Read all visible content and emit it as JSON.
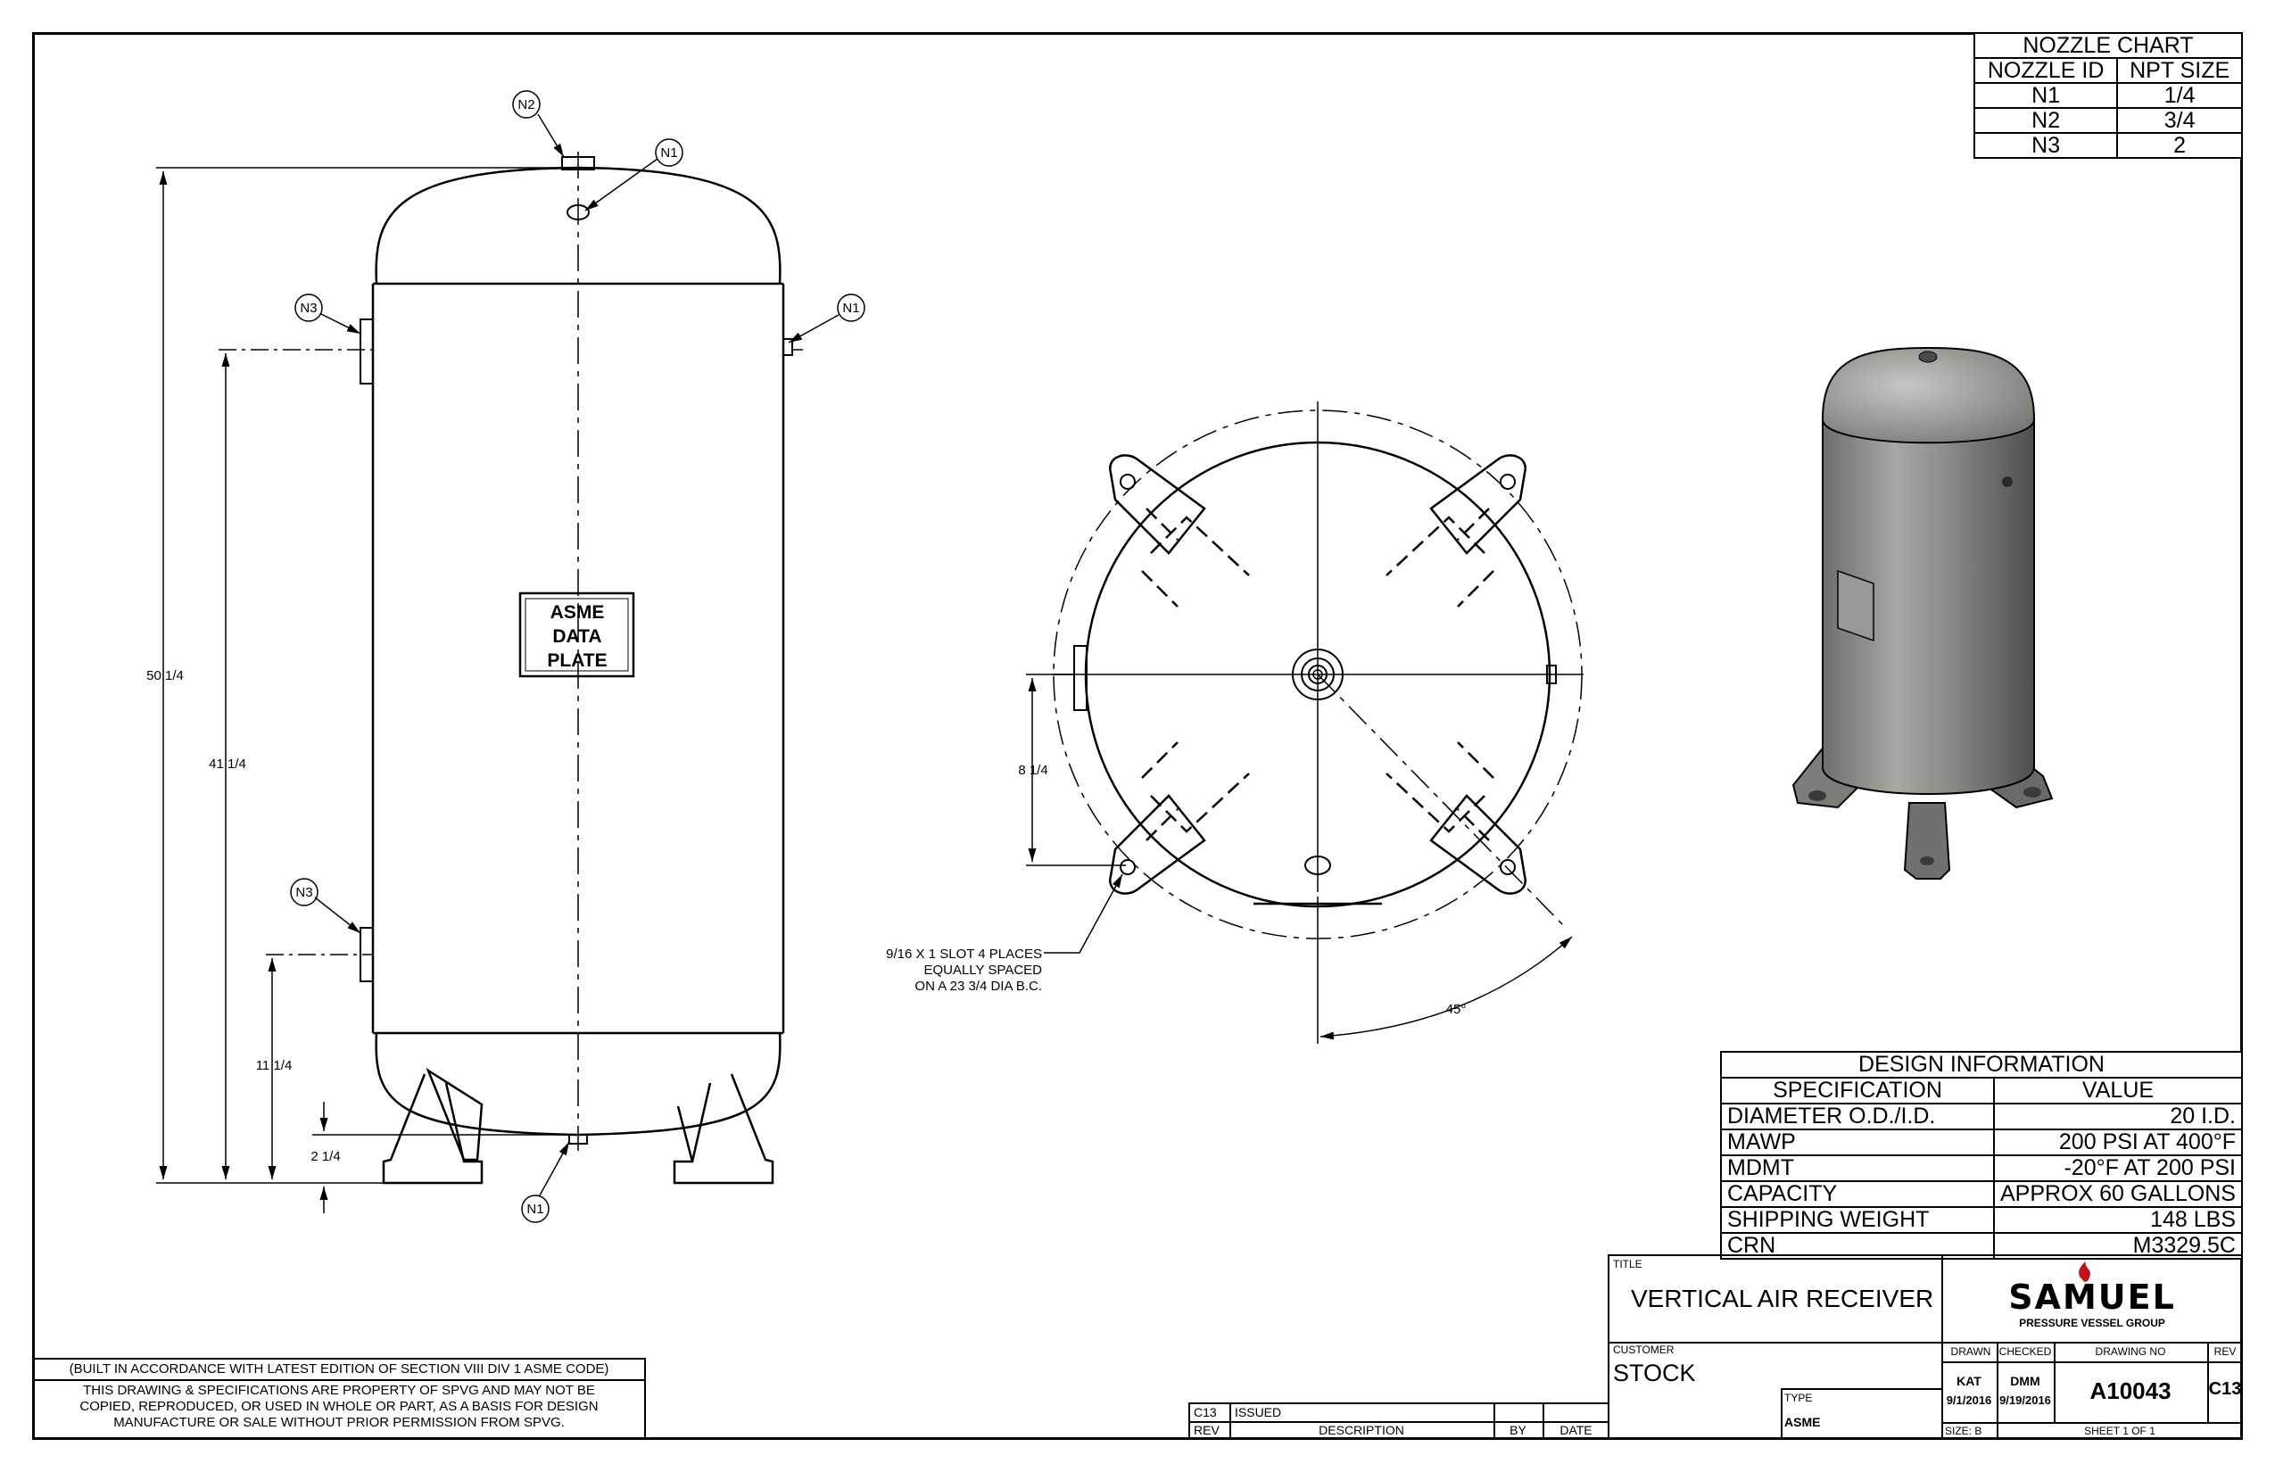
{
  "nozzle_chart": {
    "title": "NOZZLE CHART",
    "headers": [
      "NOZZLE ID",
      "NPT SIZE"
    ],
    "rows": [
      {
        "id": "N1",
        "size": "1/4"
      },
      {
        "id": "N2",
        "size": "3/4"
      },
      {
        "id": "N3",
        "size": "2"
      }
    ]
  },
  "design_info": {
    "title": "DESIGN INFORMATION",
    "headers": [
      "SPECIFICATION",
      "VALUE"
    ],
    "rows": [
      {
        "spec": "DIAMETER O.D./I.D.",
        "value": "20 I.D."
      },
      {
        "spec": "MAWP",
        "value": "200 PSI AT 400°F"
      },
      {
        "spec": "MDMT",
        "value": "-20°F AT 200 PSI"
      },
      {
        "spec": "CAPACITY",
        "value": "APPROX 60 GALLONS"
      },
      {
        "spec": "SHIPPING WEIGHT",
        "value": "148 LBS"
      },
      {
        "spec": "CRN",
        "value": "M3329.5C"
      }
    ]
  },
  "elevation": {
    "dims": {
      "overall": "50 1/4",
      "to_upper_nozzle": "41 1/4",
      "to_lower_nozzle": "11 1/4",
      "leg_clearance": "2 1/4"
    },
    "data_plate": [
      "ASME",
      "DATA",
      "PLATE"
    ],
    "callouts": {
      "n1": "N1",
      "n2": "N2",
      "n3": "N3"
    }
  },
  "plan": {
    "dims": {
      "nozzle_offset": "8 1/4",
      "angle": "45°"
    },
    "slot_note": [
      "9/16 X 1 SLOT 4 PLACES",
      "EQUALLY SPACED",
      "ON A 23 3/4 DIA B.C."
    ]
  },
  "notes": {
    "asme_code": "(BUILT IN ACCORDANCE WITH LATEST EDITION OF SECTION VIII DIV 1 ASME CODE)",
    "property": [
      "THIS DRAWING & SPECIFICATIONS ARE PROPERTY OF SPVG AND MAY NOT BE",
      "COPIED, REPRODUCED, OR USED IN WHOLE OR PART, AS A BASIS FOR DESIGN",
      "MANUFACTURE OR SALE WITHOUT PRIOR PERMISSION FROM SPVG."
    ]
  },
  "revision": {
    "row": {
      "rev": "C13",
      "description": "ISSUED",
      "by": "",
      "date": ""
    },
    "headers": {
      "rev": "REV",
      "description": "DESCRIPTION",
      "by": "BY",
      "date": "DATE"
    }
  },
  "title_block": {
    "title_label": "TITLE",
    "title": "VERTICAL AIR RECEIVER",
    "customer_label": "CUSTOMER",
    "customer": "STOCK",
    "type_label": "TYPE",
    "type": "ASME",
    "logo": {
      "name": "SAMUEL",
      "sub": "PRESSURE VESSEL GROUP",
      "brand_color": "#c0141c"
    },
    "drawn_label": "DRAWN",
    "drawn_by": "KAT",
    "drawn_date": "9/1/2016",
    "checked_label": "CHECKED",
    "checked_by": "DMM",
    "checked_date": "9/19/2016",
    "drawing_no_label": "DRAWING NO",
    "drawing_no": "A10043",
    "rev_label": "REV",
    "rev": "C13",
    "size": "SIZE: B",
    "sheet": "SHEET 1  OF 1"
  }
}
